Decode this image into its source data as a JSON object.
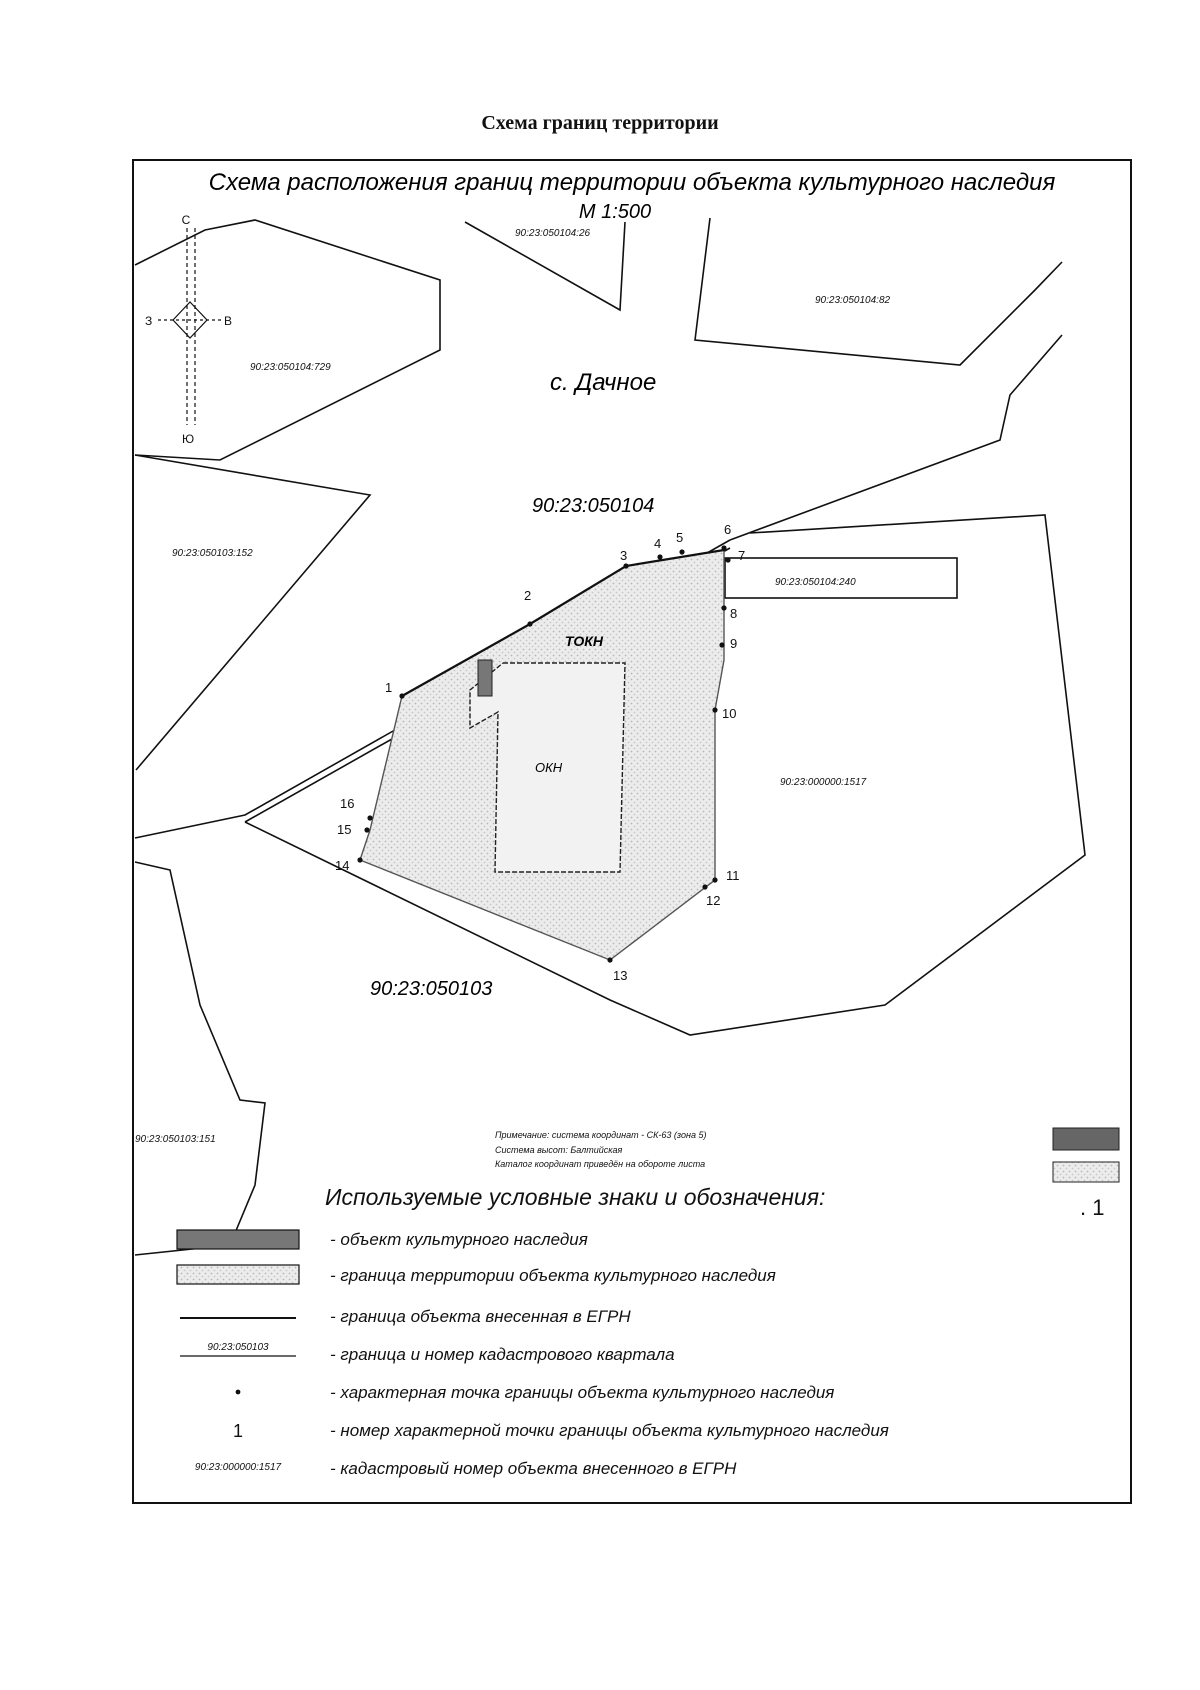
{
  "page_title": "Схема границ территории",
  "map": {
    "title": "Схема расположения границ территории объекта культурного наследия",
    "scale": "М 1:500",
    "settlement": "с. Дачное",
    "quarter_labels": {
      "north": "90:23:050104",
      "south": "90:23:050103"
    },
    "parcel_labels": {
      "p26": "90:23:050104:26",
      "p82": "90:23:050104:82",
      "p729": "90:23:050104:729",
      "p152": "90:23:050103:152",
      "p240": "90:23:050104:240",
      "p1517": "90:23:000000:1517",
      "p151": "90:23:050103:151"
    },
    "object_labels": {
      "tokn": "ТОКН",
      "okn": "ОКН"
    },
    "compass": {
      "north": "С",
      "south": "Ю",
      "west": "З",
      "east": "В"
    },
    "points": [
      "1",
      "2",
      "3",
      "4",
      "5",
      "6",
      "7",
      "8",
      "9",
      "10",
      "11",
      "12",
      "13",
      "14",
      "15",
      "16"
    ]
  },
  "notes": {
    "line1": "Примечание: система координат - СК-63 (зона 5)",
    "line2": "Система высот: Балтийская",
    "line3": "Каталог координат приведён на обороте листа"
  },
  "legend": {
    "heading": "Используемые условные знаки и обозначения:",
    "items": [
      "- объект культурного наследия",
      "- граница территории объекта культурного наследия",
      "- граница объекта внесенная в ЕГРН",
      "- граница и номер кадастрового квартала",
      "- характерная точка границы объекта культурного наследия",
      "- номер характерной точки границы объекта культурного наследия",
      "- кадастровый номер объекта внесенного в ЕГРН"
    ],
    "sample_quarter": "90:23:050103",
    "sample_point_number": "1",
    "sample_cadastral": "90:23:000000:1517",
    "side_point_number": ". 1"
  },
  "colors": {
    "line": "#111111",
    "okn_fill": "#666666",
    "territory_fill": "#e4e4e4"
  }
}
